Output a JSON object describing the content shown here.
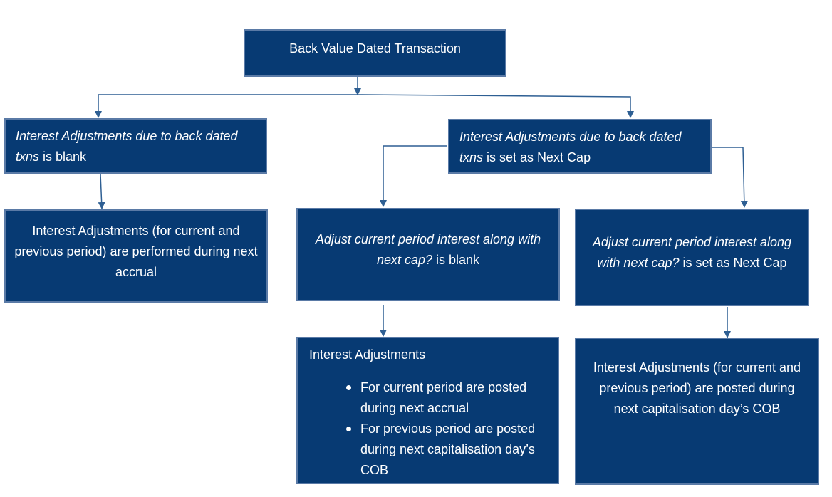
{
  "nodes": {
    "root": {
      "text": "Back Value Dated Transaction"
    },
    "blank_setting": {
      "field_italic": "Interest Adjustments due to back dated txns",
      "suffix": " is blank"
    },
    "nextcap_setting": {
      "field_italic": "Interest Adjustments due to back dated txns",
      "suffix": " is set as Next Cap"
    },
    "blank_result": {
      "text": "Interest Adjustments (for current and previous period) are performed during next accrual"
    },
    "adjust_blank": {
      "field_italic": "Adjust current period interest along with next cap?",
      "suffix": " is blank"
    },
    "adjust_nextcap": {
      "field_italic": "Adjust current period interest along with next cap?",
      "suffix": " is set as Next Cap"
    },
    "adjust_blank_result": {
      "heading": "Interest Adjustments",
      "bullets": [
        "For current period are posted during next accrual",
        "For previous period are posted during next capitalisation day’s COB"
      ]
    },
    "adjust_nextcap_result": {
      "text": "Interest Adjustments (for current and previous period) are posted during next capitalisation day’s COB"
    }
  },
  "colors": {
    "box_fill": "#073a73",
    "box_border": "#5a7aa6",
    "connector": "#2e5f93",
    "text": "#ffffff"
  }
}
